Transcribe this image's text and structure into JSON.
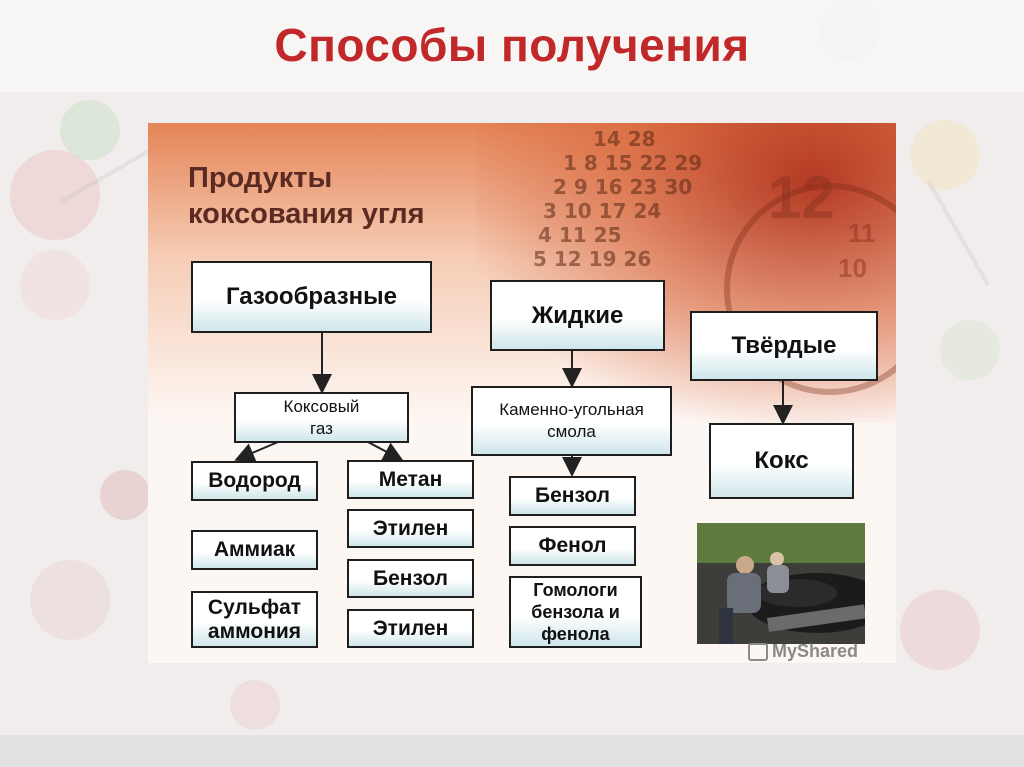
{
  "slide": {
    "title": "Способы получения"
  },
  "diagram": {
    "heading_line1": "Продукты",
    "heading_line2": "коксования угля",
    "categories": {
      "gas": "Газообразные",
      "liquid": "Жидкие",
      "solid": "Твёрдые"
    },
    "intermediates": {
      "coke_gas_line1": "Коксовый",
      "coke_gas_line2": "газ",
      "coal_tar_line1": "Каменно-угольная",
      "coal_tar_line2": "смола",
      "coke": "Кокс"
    },
    "gas_products_left": [
      "Водород",
      "Аммиак"
    ],
    "gas_products_left_sulfate_line1": "Сульфат",
    "gas_products_left_sulfate_line2": "аммония",
    "gas_products_right": [
      "Метан",
      "Этилен",
      "Бензол",
      "Этилен"
    ],
    "liquid_products": [
      "Бензол",
      "Фенол"
    ],
    "liquid_homologs_line1": "Гомологи",
    "liquid_homologs_line2": "бензола и",
    "liquid_homologs_line3": "фенола"
  },
  "background_digits": {
    "row1": "14 28",
    "row2": "1 8 15 22 29",
    "row3": "2 9 16 23 30",
    "row4": "3 10 17 24",
    "row5": "4 11 25",
    "row6": "5 12 19 26",
    "clock_12": "12",
    "clock_11": "11",
    "clock_10": "10"
  },
  "watermark": {
    "text": "MyShared"
  },
  "colors": {
    "title": "#c0282a",
    "heading": "#5b2a22",
    "box_border": "#1e1e1e",
    "box_fill_bottom": "#cfe6ea"
  }
}
